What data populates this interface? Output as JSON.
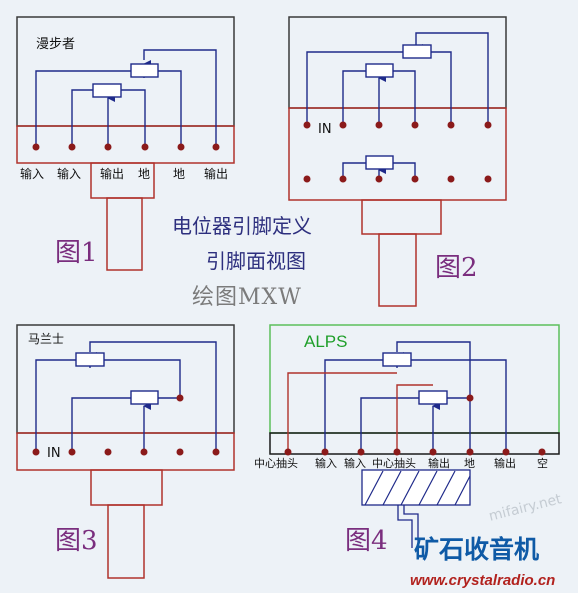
{
  "heading": {
    "line1": "电位器引脚定义",
    "line2": "引脚面视图",
    "author": "绘图MXW"
  },
  "fig1": {
    "name": "漫步者",
    "caption": "图1",
    "pins": [
      "输入",
      "输入",
      "输出",
      "地",
      "地",
      "输出"
    ]
  },
  "fig2": {
    "pin_label": "IN",
    "caption": "图2"
  },
  "fig3": {
    "name": "马兰士",
    "pin_label": "IN",
    "caption": "图3"
  },
  "fig4": {
    "name": "ALPS",
    "caption": "图4",
    "pins": [
      "中心抽头",
      "输入",
      "输入",
      "中心抽头",
      "输出",
      "地",
      "输出",
      "空"
    ]
  },
  "watermark": {
    "logo": "矿石收音机",
    "url": "www.crystalradio.cn",
    "faint": "mifairy.net"
  },
  "colors": {
    "box_border": "#3a3a3a",
    "pcb_border": "#b0322c",
    "alps_frame": "#5cbf5c",
    "wire": "#1f2a8a",
    "pin_dot": "#8b1a1a"
  }
}
